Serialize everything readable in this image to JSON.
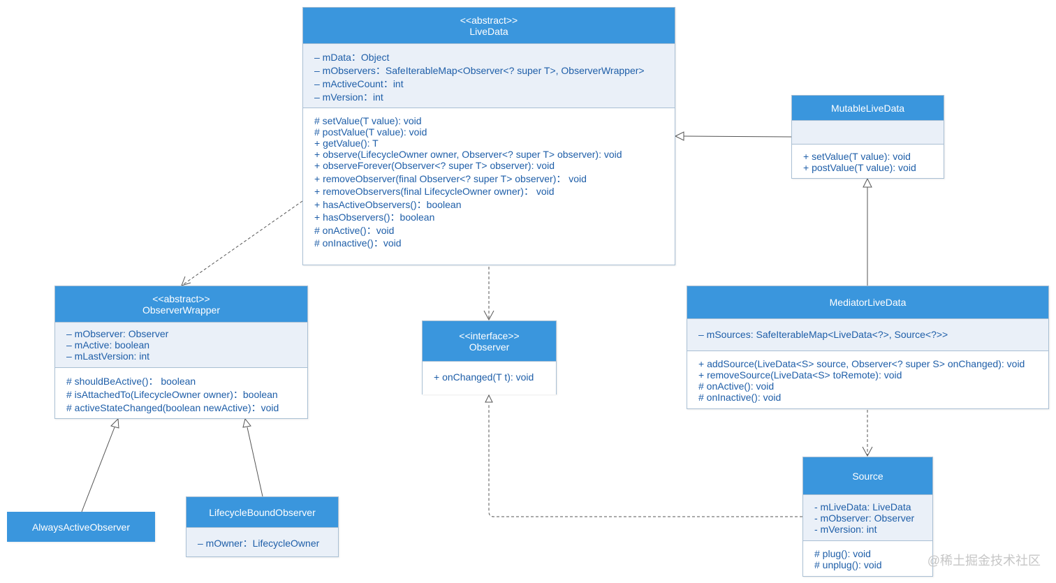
{
  "classes": {
    "livedata": {
      "stereotype": "<<abstract>>",
      "name": "LiveData",
      "attributes": [
        "– mData：Object",
        "– mObservers：SafeIterableMap<Observer<? super T>, ObserverWrapper>",
        "– mActiveCount：int",
        "– mVersion：int"
      ],
      "operations": [
        "# setValue(T value): void",
        "# postValue(T value): void",
        "+ getValue(): T",
        "+ observe(LifecycleOwner owner, Observer<? super T> observer): void",
        "+ observeForever(Observer<? super T> observer): void",
        "+ removeObserver(final Observer<? super T> observer)：  void",
        "+ removeObservers(final LifecycleOwner owner)：  void",
        "+ hasActiveObservers()：boolean",
        "+ hasObservers()：boolean",
        "# onActive()：void",
        "# onInactive()：void"
      ]
    },
    "mutable": {
      "name": "MutableLiveData",
      "attributes": [],
      "operations": [
        "+ setValue(T value): void",
        "+ postValue(T value): void"
      ]
    },
    "wrapper": {
      "stereotype": "<<abstract>>",
      "name": "ObserverWrapper",
      "attributes": [
        "– mObserver: Observer",
        "– mActive: boolean",
        "– mLastVersion: int"
      ],
      "operations": [
        "# shouldBeActive()：  boolean",
        "# isAttachedTo(LifecycleOwner owner)：boolean",
        "# activeStateChanged(boolean newActive)：void"
      ]
    },
    "observer": {
      "stereotype": "<<interface>>",
      "name": "Observer",
      "operations": [
        "+ onChanged(T t): void"
      ]
    },
    "mediator": {
      "name": "MediatorLiveData",
      "attributes": [
        "– mSources: SafeIterableMap<LiveData<?>, Source<?>>"
      ],
      "operations": [
        "+ addSource(LiveData<S> source, Observer<? super S> onChanged): void",
        "+ removeSource(LiveData<S> toRemote): void",
        "# onActive(): void",
        "# onInactive(): void"
      ]
    },
    "source": {
      "name": "Source",
      "attributes": [
        "- mLiveData: LiveData",
        "- mObserver: Observer",
        "- mVersion: int"
      ],
      "operations": [
        "# plug(): void",
        "# unplug(): void"
      ]
    },
    "always": {
      "name": "AlwaysActiveObserver"
    },
    "lifecycle": {
      "name": "LifecycleBoundObserver",
      "attributes": [
        "– mOwner：LifecycleOwner"
      ]
    }
  },
  "colors": {
    "header": "#3a96dd",
    "attributes_bg": "#eaf0f8",
    "text": "#1e5ea8",
    "border": "#a9bfd3",
    "edge": "#555555"
  },
  "watermark": "@稀土掘金技术社区"
}
